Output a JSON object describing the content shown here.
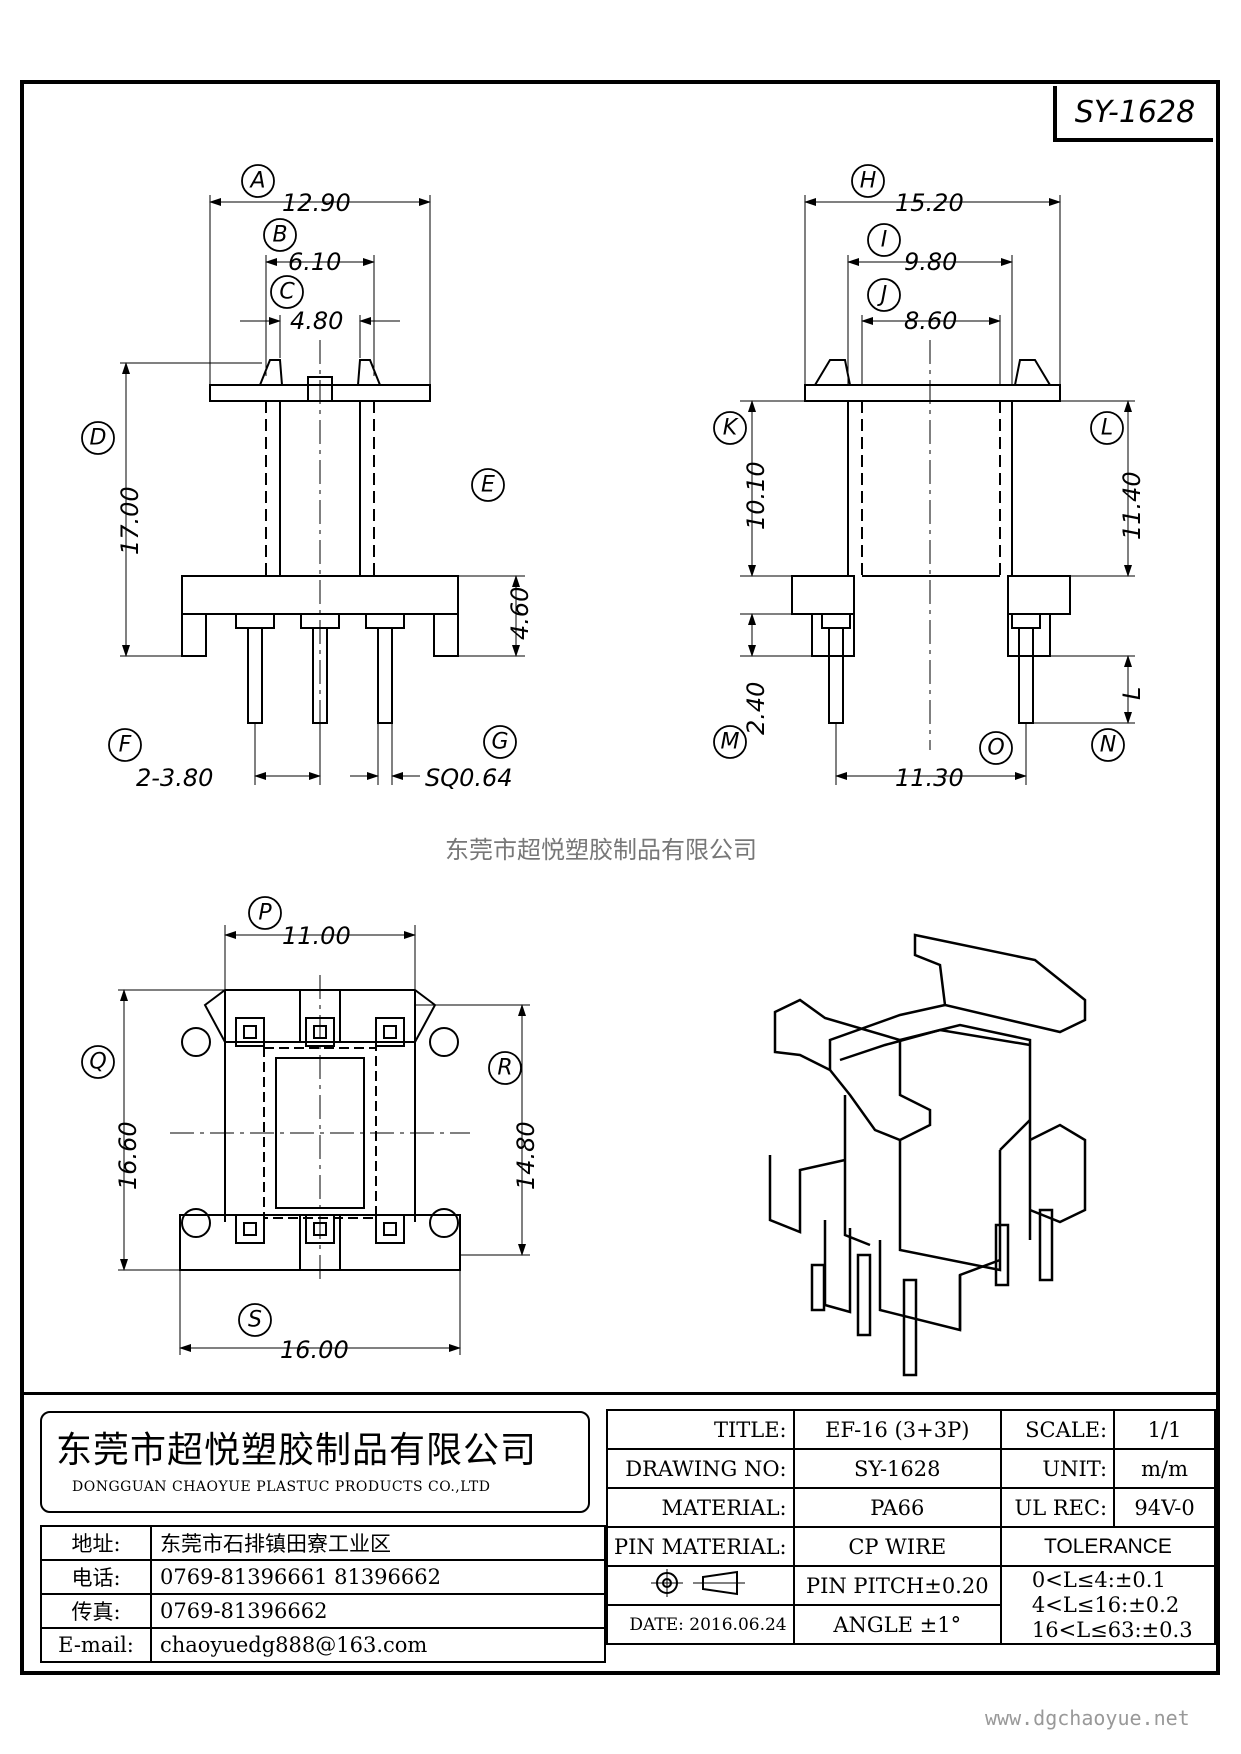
{
  "drawing": {
    "part_number": "SY-1628",
    "watermark": "东莞市超悦塑胶制品有限公司",
    "website": "www.dgchaoyue.net",
    "front_view": {
      "dims": {
        "A": "12.90",
        "B": "6.10",
        "C": "4.80",
        "D": "17.00",
        "E": "4.60",
        "F": "2-3.80",
        "G": "SQ0.64"
      }
    },
    "side_view": {
      "dims": {
        "H": "15.20",
        "I": "9.80",
        "J": "8.60",
        "K": "10.10",
        "L": "11.40",
        "M": "2.40",
        "O": "11.30",
        "N": "L"
      }
    },
    "bottom_view": {
      "dims": {
        "P": "11.00",
        "Q": "16.60",
        "R": "14.80",
        "S": "16.00"
      }
    },
    "bubbles": [
      "A",
      "B",
      "C",
      "D",
      "E",
      "F",
      "G",
      "H",
      "I",
      "J",
      "K",
      "L",
      "M",
      "N",
      "O",
      "P",
      "Q",
      "R",
      "S"
    ]
  },
  "title_block": {
    "company_cn": "东莞市超悦塑胶制品有限公司",
    "company_en": "DONGGUAN CHAOYUE PLASTUC PRODUCTS CO.,LTD",
    "contact": [
      {
        "label": "地址:",
        "value": "东莞市石排镇田寮工业区"
      },
      {
        "label": "电话:",
        "value": "0769-81396661   81396662"
      },
      {
        "label": "传真:",
        "value": "0769-81396662"
      },
      {
        "label": "E-mail:",
        "value": "chaoyuedg888@163.com"
      }
    ],
    "title_label": "TITLE:",
    "title": "EF-16 (3+3P)",
    "drawing_no_label": "DRAWING NO:",
    "drawing_no": "SY-1628",
    "material_label": "MATERIAL:",
    "material": "PA66",
    "pin_material_label": "PIN MATERIAL:",
    "pin_material": "CP WIRE",
    "pin_pitch": "PIN PITCH±0.20",
    "date_label": "DATE:",
    "date": "2016.06.24",
    "angle": "ANGLE  ±1°",
    "scale_label": "SCALE:",
    "scale": "1/1",
    "unit_label": "UNIT:",
    "unit": "m/m",
    "ul_label": "UL REC:",
    "ul": "94V-0",
    "tolerance_label": "TOLERANCE",
    "tolerances": [
      "0<L≤4:±0.1",
      "4<L≤16:±0.2",
      "16<L≤63:±0.3"
    ]
  }
}
